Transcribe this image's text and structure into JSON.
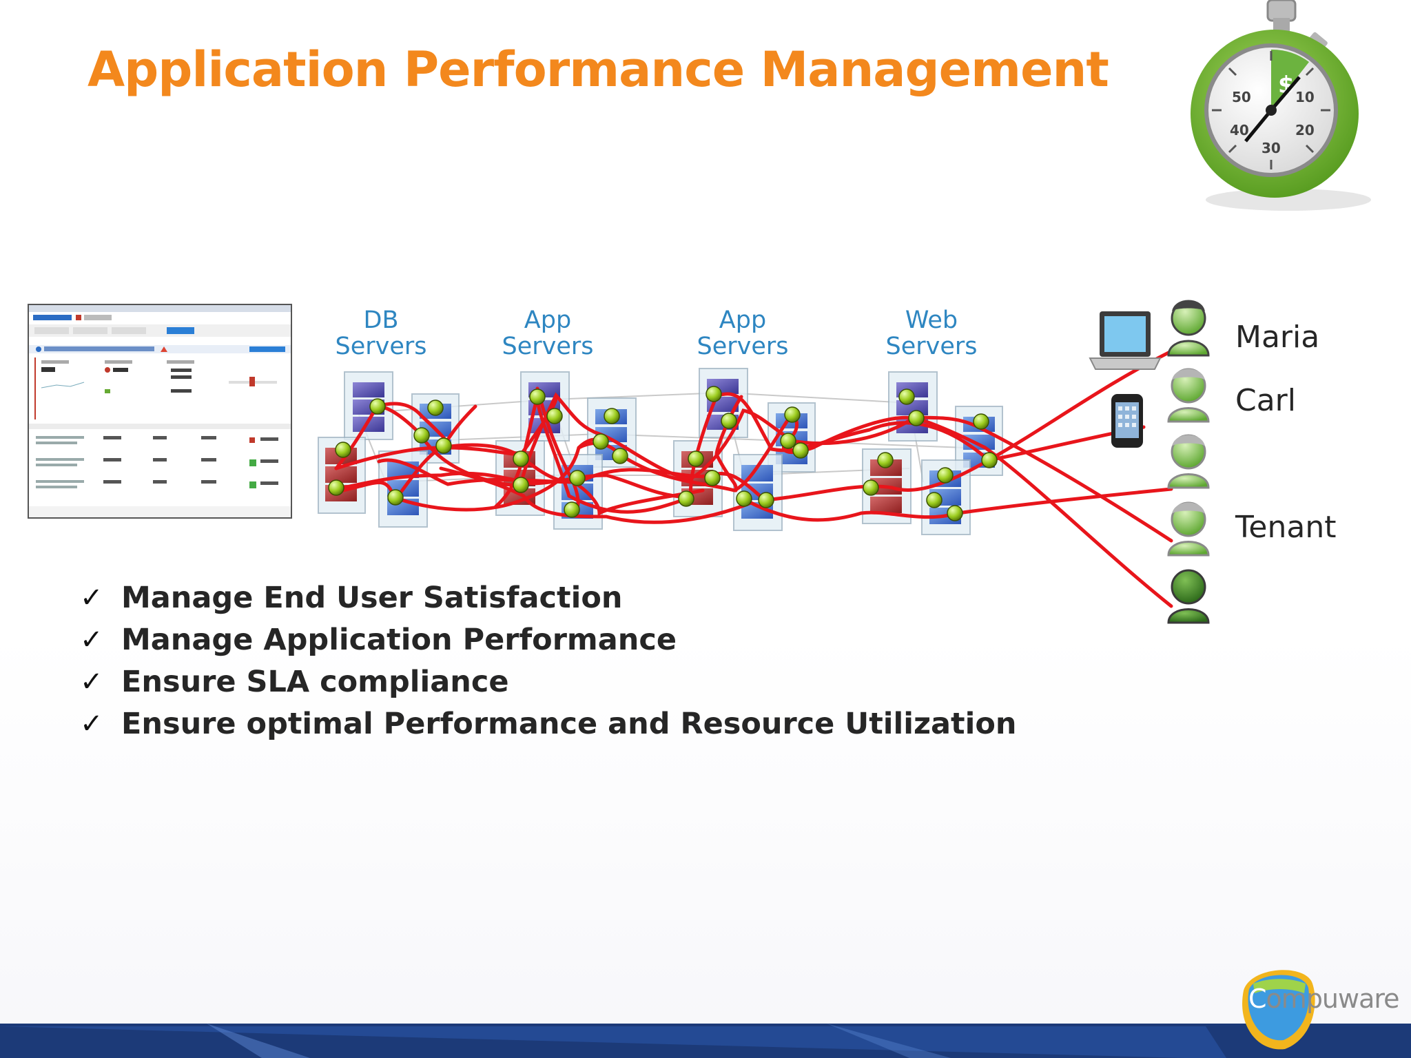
{
  "slide": {
    "title": "Application Performance Management"
  },
  "server_groups": [
    {
      "line1": "DB",
      "line2": "Servers"
    },
    {
      "line1": "App",
      "line2": "Servers"
    },
    {
      "line1": "App",
      "line2": "Servers"
    },
    {
      "line1": "Web",
      "line2": "Servers"
    }
  ],
  "users": [
    {
      "name": "Maria"
    },
    {
      "name": "Carl"
    },
    {
      "name": ""
    },
    {
      "name": "Tenant"
    },
    {
      "name": ""
    }
  ],
  "bullets": [
    "Manage End User Satisfaction",
    "Manage Application Performance",
    "Ensure SLA compliance",
    "Ensure optimal Performance and Resource Utilization"
  ],
  "bullet_check": "✓",
  "stopwatch": {
    "numbers": [
      "50",
      "10",
      "40",
      "20",
      "30"
    ],
    "currency": "$"
  },
  "logo": {
    "first_letter": "C",
    "rest": "ompuware"
  },
  "colors": {
    "title": "#f3881d",
    "server_label": "#2e86c1",
    "flow_line": "#e8151b",
    "node": "#9ccc1f",
    "user_green": "#7dc242",
    "footer_band": "#1c3a78"
  }
}
